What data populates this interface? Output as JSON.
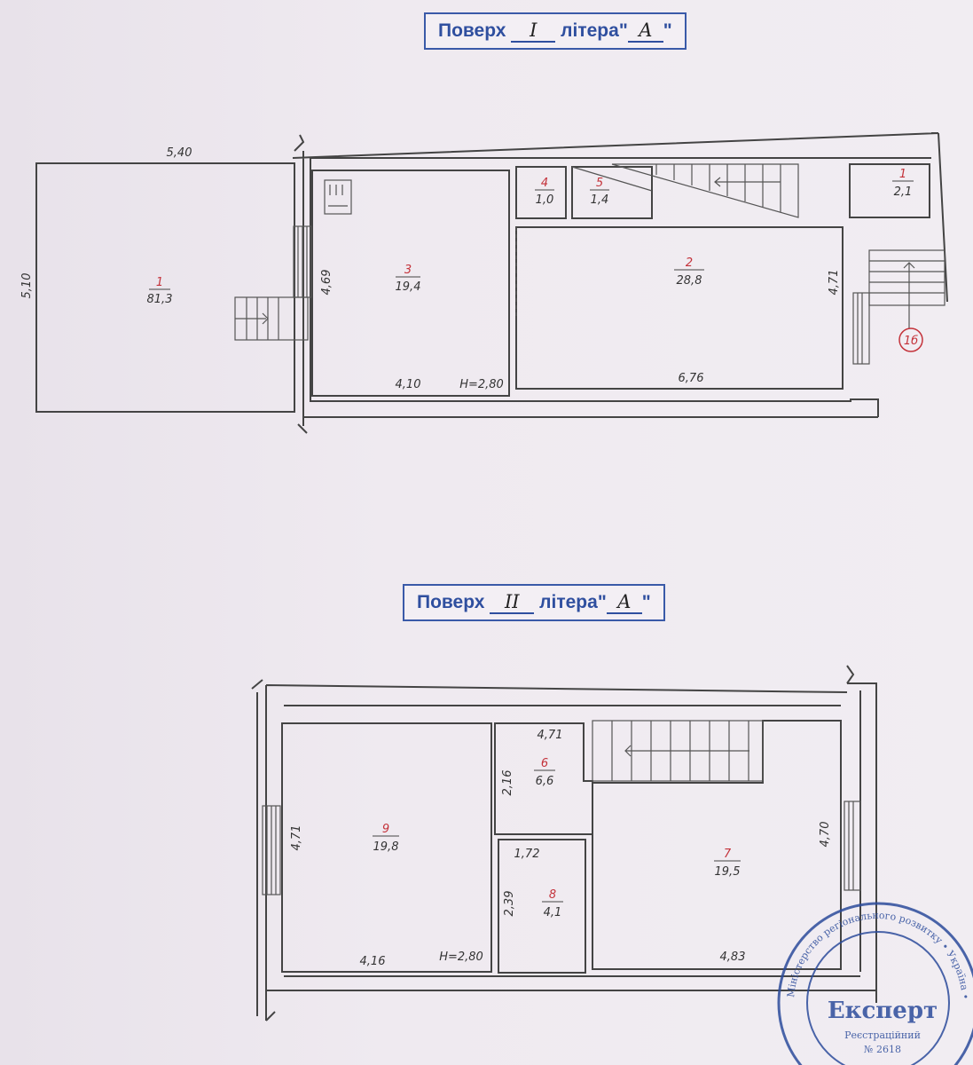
{
  "floor1": {
    "label": "Поверх",
    "floor_number": "I",
    "litera_label": "літера",
    "litera_value": "А",
    "rooms": [
      {
        "number": "1",
        "area": "81,3"
      },
      {
        "number": "3",
        "area": "19,4"
      },
      {
        "number": "4",
        "area": "1,0"
      },
      {
        "number": "5",
        "area": "1,4"
      },
      {
        "number": "2",
        "area": "28,8"
      },
      {
        "number": "1",
        "area": "2,1"
      }
    ],
    "dimensions": {
      "top_width": "5,40",
      "left_height": "5,10",
      "room3_height": "4,69",
      "room3_width": "4,10",
      "ceiling_height": "H=2,80",
      "room2_width": "6,76",
      "room2_height": "4,71"
    },
    "entrance_marker": "1б"
  },
  "floor2": {
    "label": "Поверх",
    "floor_number": "II",
    "litera_label": "літера",
    "litera_value": "А",
    "rooms": [
      {
        "number": "6",
        "area": "6,6"
      },
      {
        "number": "9",
        "area": "19,8"
      },
      {
        "number": "7",
        "area": "19,5"
      },
      {
        "number": "8",
        "area": "4,1"
      }
    ],
    "dimensions": {
      "room6_width": "4,71",
      "room6_height": "2,16",
      "room8_width": "1,72",
      "room8_height": "2,39",
      "room9_height": "4,71",
      "room9_width": "4,16",
      "ceiling_height": "H=2,80",
      "room7_height": "4,70",
      "room7_width": "4,83"
    }
  },
  "stamp": {
    "title": "Експерт",
    "subtitle": "Реєстраційний",
    "number": "№ 2618",
    "ring_text": "Міністерство регіонального розвитку • Україна •"
  }
}
